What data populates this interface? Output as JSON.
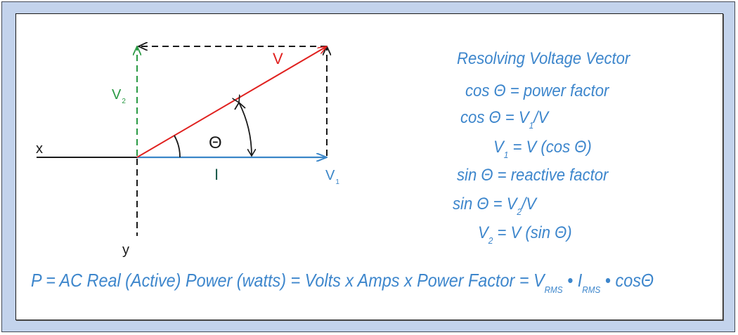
{
  "diagram": {
    "labels": {
      "x_axis": "x",
      "y_axis": "y",
      "voltage": "V",
      "v2_main": "V",
      "v2_sub": "2",
      "v1_main": "V",
      "v1_sub": "1",
      "current": "I",
      "angle": "Θ"
    },
    "colors": {
      "voltage_vector": "#e0211f",
      "v2_component": "#2a9a44",
      "current_v1": "#3a86c8",
      "axes": "#1a1a1a",
      "text_accent": "#3d86cc",
      "frame": "#c3d3ec"
    }
  },
  "equations": {
    "title": "Resolving Voltage Vector",
    "lines": [
      {
        "pre": "cos Θ = ",
        "main": "power factor",
        "sub": "",
        "post": ""
      },
      {
        "pre": "cos Θ = V",
        "main": "",
        "sub": "1",
        "post": "/V"
      },
      {
        "pre": "V",
        "main": "",
        "sub": "1",
        "post": " = V (cos Θ)"
      },
      {
        "pre": "sin Θ = ",
        "main": "reactive factor",
        "sub": "",
        "post": ""
      },
      {
        "pre": "sin Θ = V",
        "main": "",
        "sub": "2",
        "post": "/V"
      },
      {
        "pre": "V",
        "main": "",
        "sub": "2",
        "post": " = V (sin Θ)"
      }
    ]
  },
  "footer": {
    "part1": "P = AC Real (Active) Power (watts) = Volts x Amps x Power Factor = V",
    "sub1": "RMS",
    "part2": " • I",
    "sub2": "RMS",
    "part3": " • cosΘ"
  }
}
